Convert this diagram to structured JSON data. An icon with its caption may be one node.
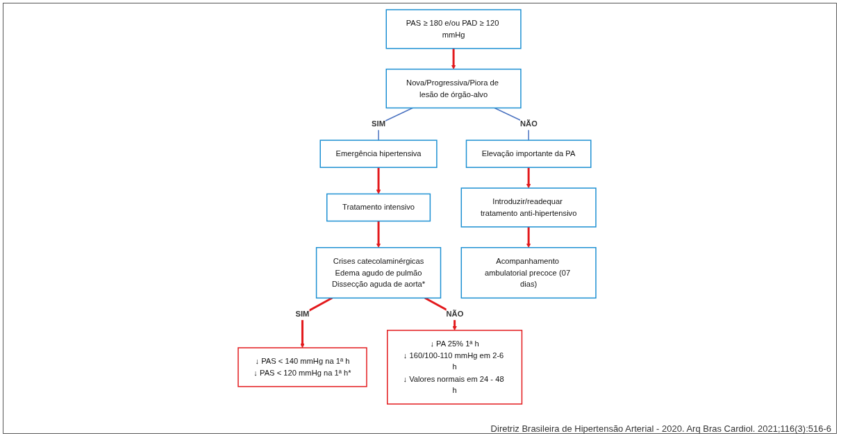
{
  "diagram": {
    "caption": "Diretriz Brasileira de Hipertensão Arterial - 2020. Arq Bras Cardiol. 2021;116(3):516-6",
    "nodes": [
      {
        "text": [
          "PAS ≥ 180 e/ou PAD ≥ 120 mmHg"
        ]
      },
      {
        "text": [
          "Nova/Progressiva/Piora de lesão de órgão-alvo"
        ]
      },
      {
        "text": [
          "Emergência hipertensiva"
        ]
      },
      {
        "text": [
          "Elevação importante da PA"
        ]
      },
      {
        "text": [
          "Tratamento intensivo"
        ]
      },
      {
        "text": [
          "Crises catecolaminérgicas",
          "Edema agudo de pulmão",
          "Dissecção aguda de aorta*"
        ]
      },
      {
        "text": [
          "Introduzir/readequar tratamento anti-hipertensivo"
        ]
      },
      {
        "text": [
          "Acompanhamento ambulatorial precoce (07 dias)"
        ]
      },
      {
        "text": [
          "↓ PAS < 140 mmHg na 1ª h",
          "↓ PAS < 120 mmHg na 1ª h*"
        ]
      },
      {
        "text": [
          "↓ PA 25% 1ª h",
          "↓ 160/100-110 mmHg em 2-6 h",
          "↓ Valores normais em 24 - 48 h"
        ]
      }
    ],
    "edges": [
      {
        "from": 0,
        "to": 1,
        "arrow": "to"
      },
      {
        "from": 1,
        "to": 2,
        "arrow": "none",
        "label": "SIM",
        "color": "#4a72c0"
      },
      {
        "from": 1,
        "to": 3,
        "arrow": "none",
        "label": "NÃO",
        "color": "#4a72c0"
      },
      {
        "from": 2,
        "to": 4,
        "arrow": "to"
      },
      {
        "from": 4,
        "to": 5,
        "arrow": "to"
      },
      {
        "from": 3,
        "to": 6,
        "arrow": "to"
      },
      {
        "from": 6,
        "to": 7,
        "arrow": "to"
      },
      {
        "from": 5,
        "to": 8,
        "arrow": "to",
        "label": "SIM"
      },
      {
        "from": 5,
        "to": 9,
        "arrow": "to",
        "label": "NÃO"
      }
    ]
  }
}
